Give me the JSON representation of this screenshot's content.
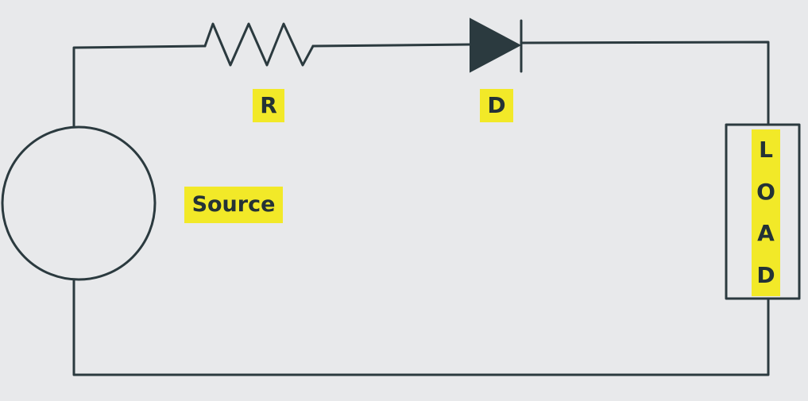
{
  "diagram": {
    "labels": {
      "resistor": "R",
      "diode": "D",
      "source": "Source",
      "load": "LOAD"
    },
    "colors": {
      "background": "#e8e9eb",
      "wire": "#2b3a3f",
      "label_highlight": "#f2e928",
      "label_text": "#243236"
    }
  }
}
